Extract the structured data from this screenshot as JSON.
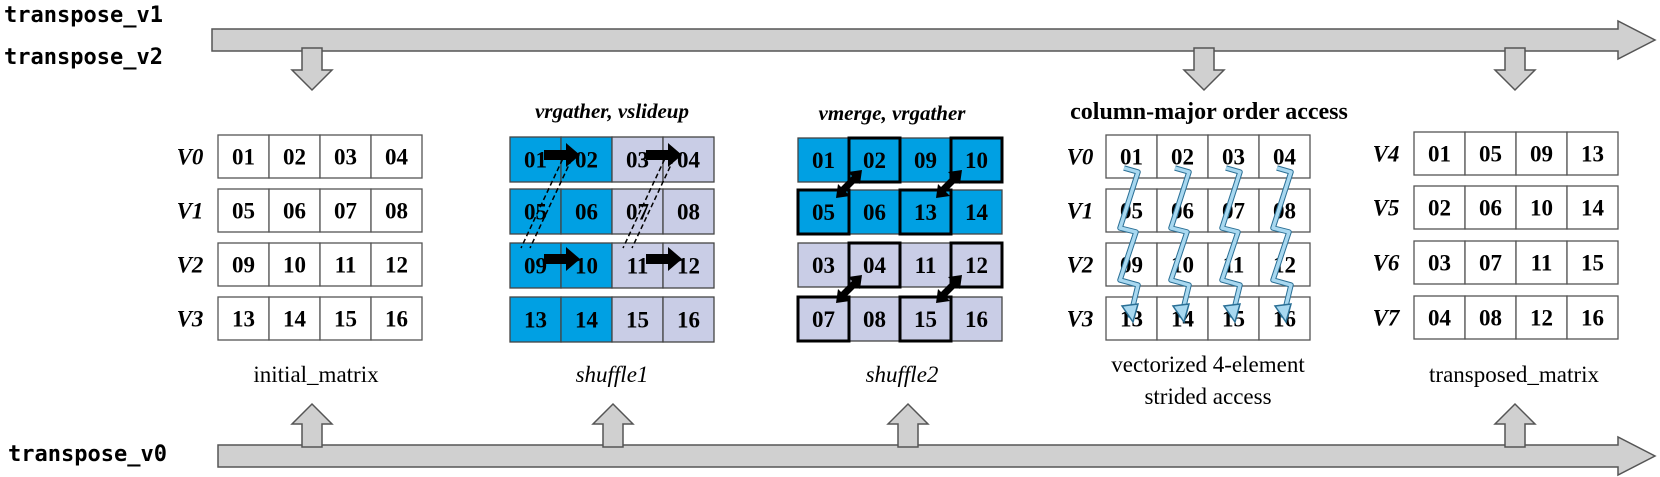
{
  "labels": {
    "v1": "transpose_v1",
    "v2": "transpose_v2",
    "v0": "transpose_v0"
  },
  "captions": {
    "initial": "initial_matrix",
    "shuffle1": "shuffle1",
    "shuffle2": "shuffle2",
    "strided_line1": "vectorized 4-element",
    "strided_line2": "strided access",
    "transposed": "transposed_matrix"
  },
  "headers": {
    "shuffle1": "vrgather, vslideup",
    "shuffle2": "vmerge, vrgather",
    "column_major": "column-major order access"
  },
  "colors": {
    "blue": "#00a0e3",
    "lavender": "#c9cde6",
    "arrow_gray": "#d0d0d0",
    "zigzag": "#a8d8f0"
  },
  "matrices": {
    "initial": {
      "row_labels": [
        "V0",
        "V1",
        "V2",
        "V3"
      ],
      "rows": [
        [
          "01",
          "02",
          "03",
          "04"
        ],
        [
          "05",
          "06",
          "07",
          "08"
        ],
        [
          "09",
          "10",
          "11",
          "12"
        ],
        [
          "13",
          "14",
          "15",
          "16"
        ]
      ]
    },
    "shuffle1": {
      "rows": [
        [
          "01",
          "02",
          "03",
          "04"
        ],
        [
          "05",
          "06",
          "07",
          "08"
        ],
        [
          "09",
          "10",
          "11",
          "12"
        ],
        [
          "13",
          "14",
          "15",
          "16"
        ]
      ],
      "fills": [
        [
          "blue",
          "blue",
          "lavender",
          "lavender"
        ],
        [
          "blue",
          "blue",
          "lavender",
          "lavender"
        ],
        [
          "blue",
          "blue",
          "lavender",
          "lavender"
        ],
        [
          "blue",
          "blue",
          "lavender",
          "lavender"
        ]
      ]
    },
    "shuffle2": {
      "rows": [
        [
          "01",
          "02",
          "09",
          "10"
        ],
        [
          "05",
          "06",
          "13",
          "14"
        ],
        [
          "03",
          "04",
          "11",
          "12"
        ],
        [
          "07",
          "08",
          "15",
          "16"
        ]
      ],
      "fills": [
        [
          "blue",
          "blue",
          "blue",
          "blue"
        ],
        [
          "blue",
          "blue",
          "blue",
          "blue"
        ],
        [
          "lavender",
          "lavender",
          "lavender",
          "lavender"
        ],
        [
          "lavender",
          "lavender",
          "lavender",
          "lavender"
        ]
      ]
    },
    "strided": {
      "row_labels": [
        "V0",
        "V1",
        "V2",
        "V3"
      ],
      "rows": [
        [
          "01",
          "02",
          "03",
          "04"
        ],
        [
          "05",
          "06",
          "07",
          "08"
        ],
        [
          "09",
          "10",
          "11",
          "12"
        ],
        [
          "13",
          "14",
          "15",
          "16"
        ]
      ]
    },
    "transposed": {
      "row_labels": [
        "V4",
        "V5",
        "V6",
        "V7"
      ],
      "rows": [
        [
          "01",
          "05",
          "09",
          "13"
        ],
        [
          "02",
          "06",
          "10",
          "14"
        ],
        [
          "03",
          "07",
          "11",
          "15"
        ],
        [
          "04",
          "08",
          "12",
          "16"
        ]
      ]
    }
  }
}
